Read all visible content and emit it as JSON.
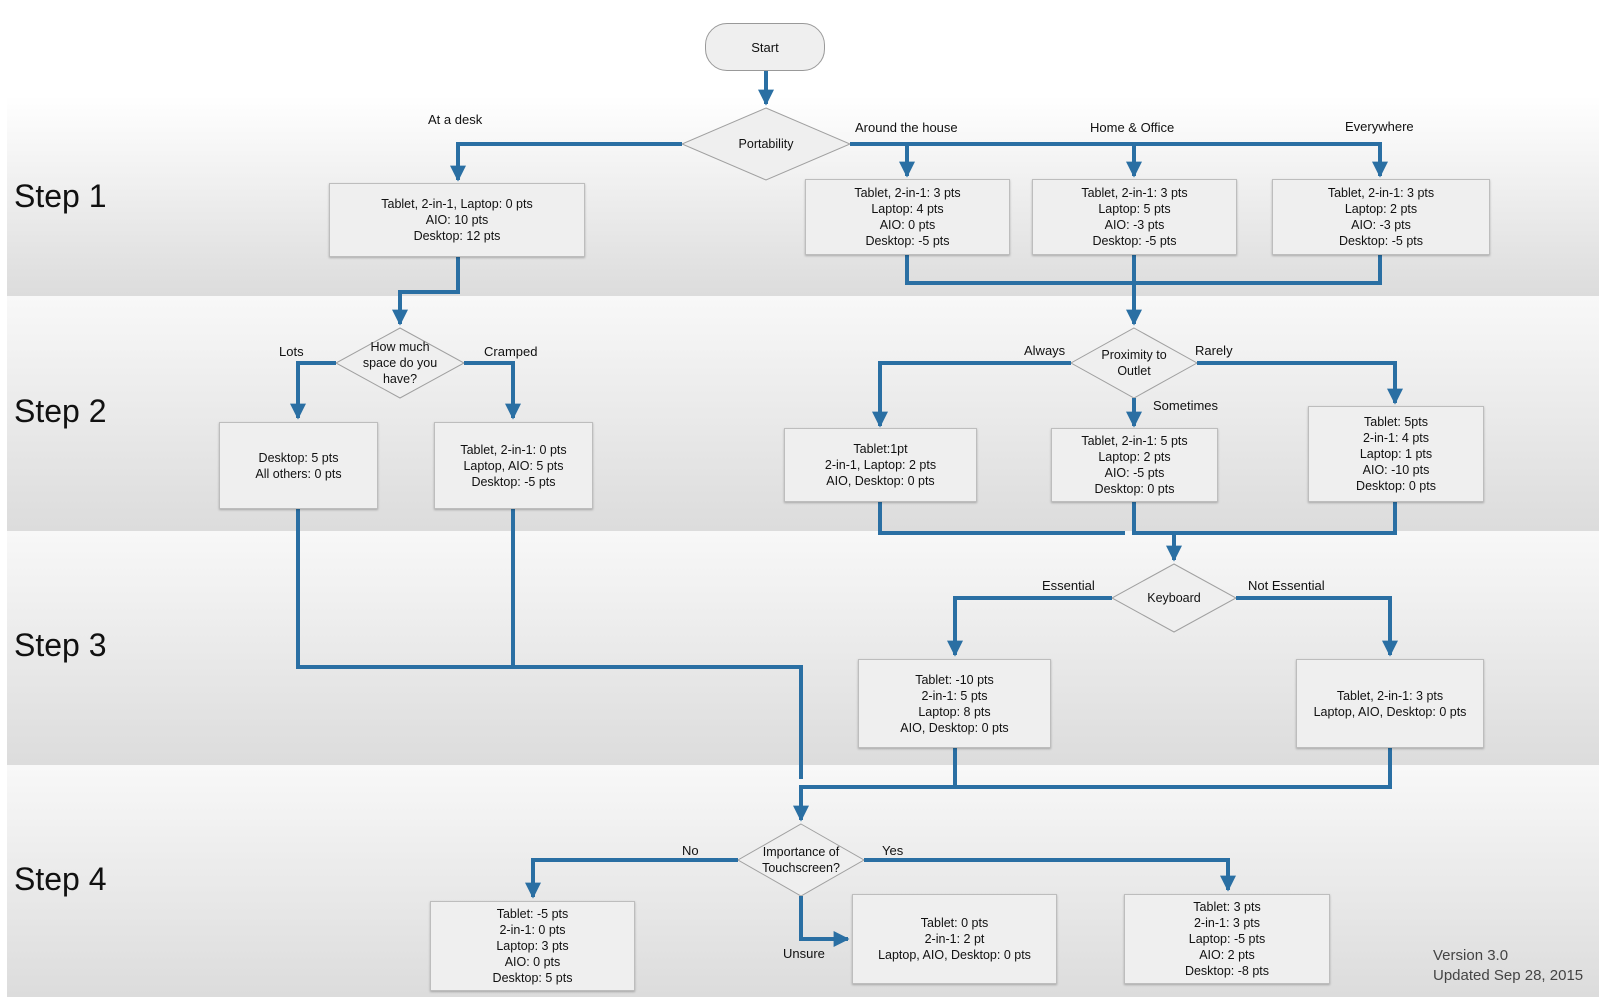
{
  "steps": [
    "Step 1",
    "Step 2",
    "Step 3",
    "Step 4"
  ],
  "start": "Start",
  "decisions": {
    "portability": "Portability",
    "space": [
      "How much",
      "space do you",
      "have?"
    ],
    "outlet": [
      "Proximity to",
      "Outlet"
    ],
    "keyboard": "Keyboard",
    "touchscreen": [
      "Importance of",
      "Touchscreen?"
    ]
  },
  "edges": {
    "at_desk": "At a desk",
    "around_house": "Around the house",
    "home_office": "Home & Office",
    "everywhere": "Everywhere",
    "lots": "Lots",
    "cramped": "Cramped",
    "always": "Always",
    "sometimes": "Sometimes",
    "rarely": "Rarely",
    "essential": "Essential",
    "not_essential": "Not Essential",
    "no": "No",
    "yes": "Yes",
    "unsure": "Unsure"
  },
  "boxes": {
    "desk": [
      "Tablet, 2-in-1, Laptop: 0 pts",
      "AIO: 10 pts",
      "Desktop: 12 pts"
    ],
    "house": [
      "Tablet, 2-in-1: 3 pts",
      "Laptop: 4 pts",
      "AIO: 0 pts",
      "Desktop: -5 pts"
    ],
    "home_office": [
      "Tablet, 2-in-1: 3 pts",
      "Laptop: 5 pts",
      "AIO: -3 pts",
      "Desktop: -5 pts"
    ],
    "everywhere": [
      "Tablet, 2-in-1: 3 pts",
      "Laptop: 2 pts",
      "AIO: -3 pts",
      "Desktop: -5 pts"
    ],
    "lots": [
      "Desktop: 5 pts",
      "All others: 0 pts"
    ],
    "cramped": [
      "Tablet, 2-in-1: 0 pts",
      "Laptop, AIO: 5 pts",
      "Desktop: -5 pts"
    ],
    "always": [
      "Tablet:1pt",
      "2-in-1, Laptop: 2 pts",
      "AIO, Desktop: 0 pts"
    ],
    "sometimes": [
      "Tablet, 2-in-1: 5 pts",
      "Laptop: 2 pts",
      "AIO: -5 pts",
      "Desktop: 0 pts"
    ],
    "rarely": [
      "Tablet: 5pts",
      "2-in-1: 4 pts",
      "Laptop: 1 pts",
      "AIO: -10 pts",
      "Desktop: 0 pts"
    ],
    "essential": [
      "Tablet: -10 pts",
      "2-in-1: 5 pts",
      "Laptop: 8 pts",
      "AIO, Desktop: 0 pts"
    ],
    "not_essential": [
      "Tablet, 2-in-1: 3 pts",
      "Laptop, AIO, Desktop: 0 pts"
    ],
    "no": [
      "Tablet: -5 pts",
      "2-in-1: 0 pts",
      "Laptop: 3 pts",
      "AIO: 0 pts",
      "Desktop: 5 pts"
    ],
    "unsure": [
      "Tablet: 0 pts",
      "2-in-1: 2 pt",
      "Laptop, AIO, Desktop: 0 pts"
    ],
    "yes": [
      "Tablet: 3 pts",
      "2-in-1: 3 pts",
      "Laptop: -5 pts",
      "AIO: 2 pts",
      "Desktop: -8 pts"
    ]
  },
  "version": [
    "Version 3.0",
    "Updated Sep 28, 2015"
  ],
  "colors": {
    "connector": "#2a6fa3",
    "box_fill": "#efefef",
    "box_border": "#bdbdbd"
  }
}
